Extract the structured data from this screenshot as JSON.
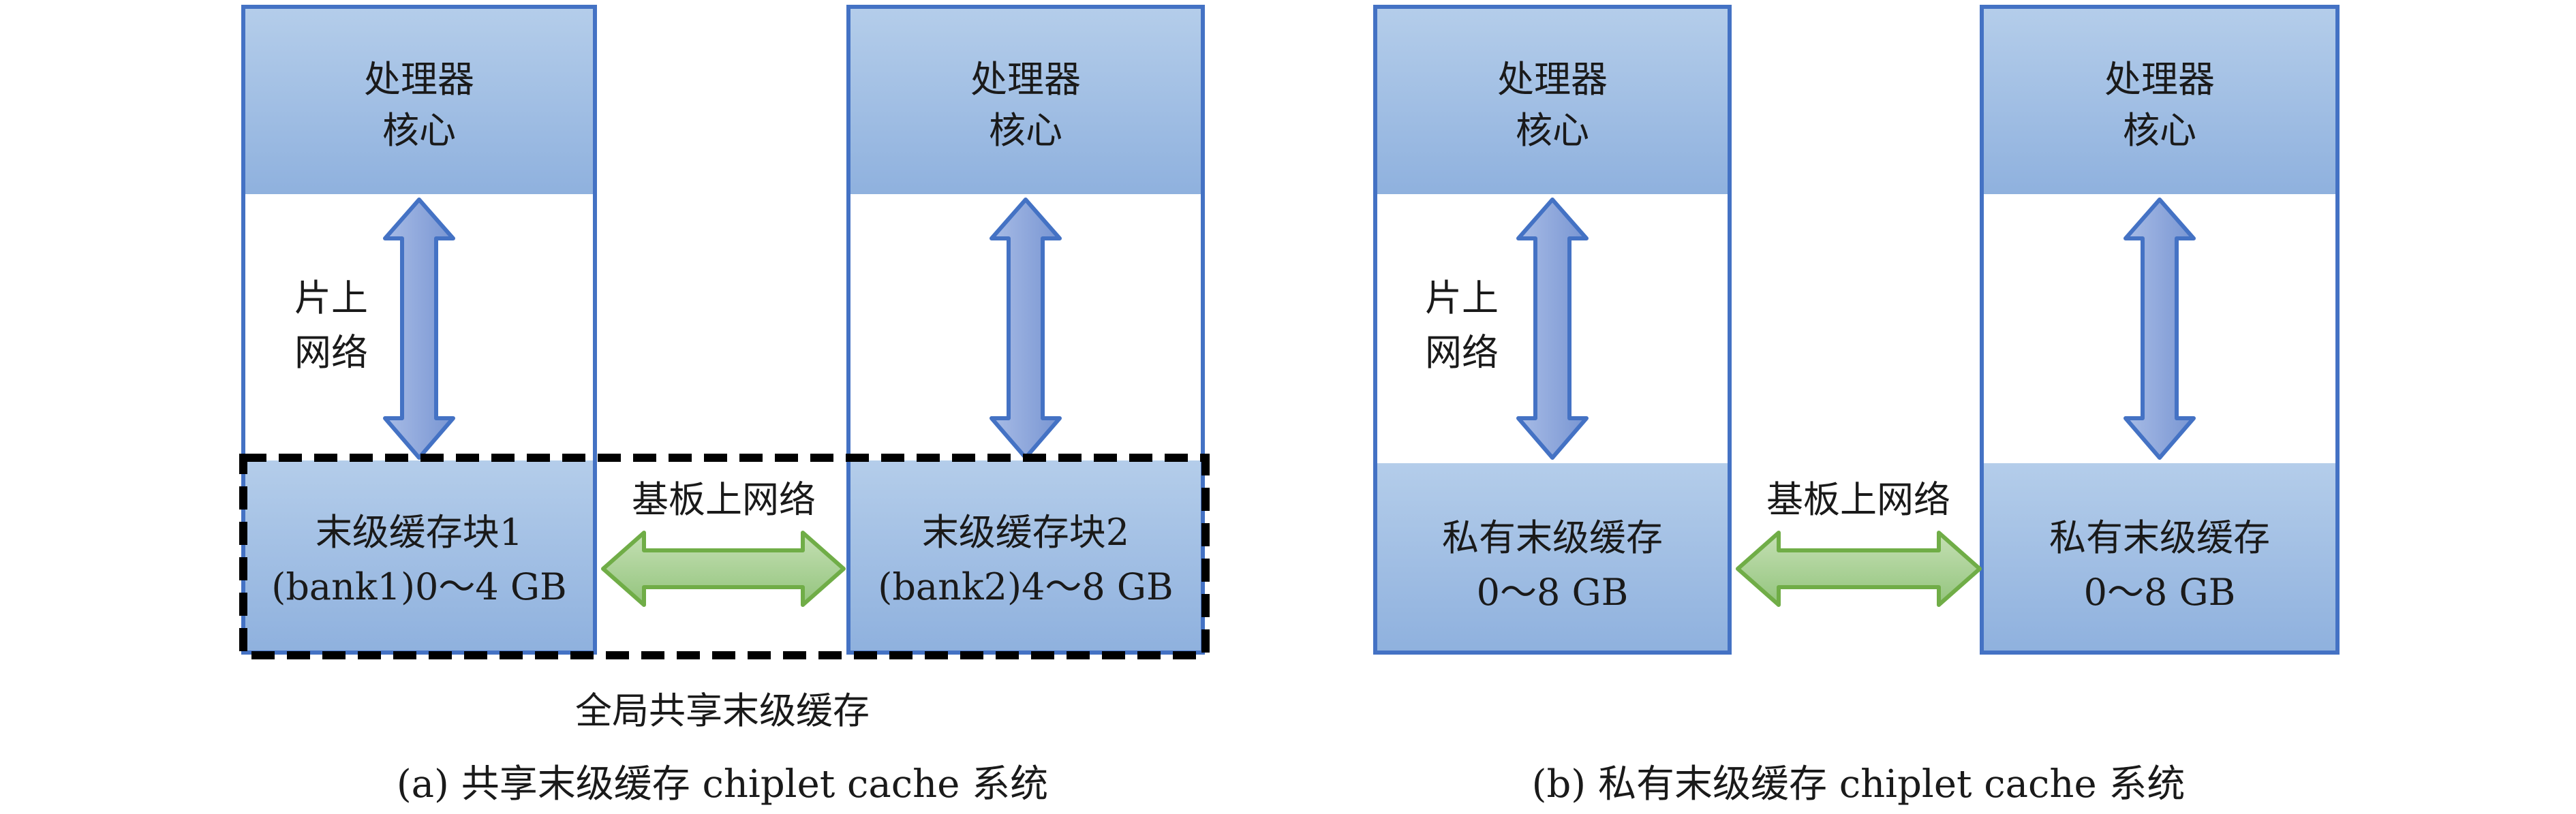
{
  "figure": {
    "panels": [
      {
        "id": "a",
        "caption": "(a) 共享末级缓存 chiplet cache 系统",
        "chiplets": [
          {
            "core_label_line1": "处理器",
            "core_label_line2": "核心",
            "noc_label_line1": "片上",
            "noc_label_line2": "网络",
            "cache_label_line1": "末级缓存块1",
            "cache_label_line2": "(bank1)0～4 GB"
          },
          {
            "core_label_line1": "处理器",
            "core_label_line2": "核心",
            "noc_label_line1": "",
            "noc_label_line2": "",
            "cache_label_line1": "末级缓存块2",
            "cache_label_line2": "(bank2)4～8 GB"
          }
        ],
        "interposer_label": "基板上网络",
        "shared_group_label": "全局共享末级缓存"
      },
      {
        "id": "b",
        "caption": "(b) 私有末级缓存 chiplet cache 系统",
        "chiplets": [
          {
            "core_label_line1": "处理器",
            "core_label_line2": "核心",
            "noc_label_line1": "片上",
            "noc_label_line2": "网络",
            "cache_label_line1": "私有末级缓存",
            "cache_label_line2": "0～8 GB"
          },
          {
            "core_label_line1": "处理器",
            "core_label_line2": "核心",
            "noc_label_line1": "",
            "noc_label_line2": "",
            "cache_label_line1": "私有末级缓存",
            "cache_label_line2": "0～8 GB"
          }
        ],
        "interposer_label": "基板上网络"
      }
    ],
    "colors": {
      "box_border": "#4472c4",
      "box_fill_light": "#b4cdea",
      "box_fill_dark": "#8fb1de",
      "noc_arrow_fill": "#8ea9dc",
      "noc_arrow_stroke": "#4472c4",
      "interposer_arrow_fill": "#a9d18e",
      "interposer_arrow_stroke": "#70ad47",
      "dashed_border": "#000000"
    }
  }
}
